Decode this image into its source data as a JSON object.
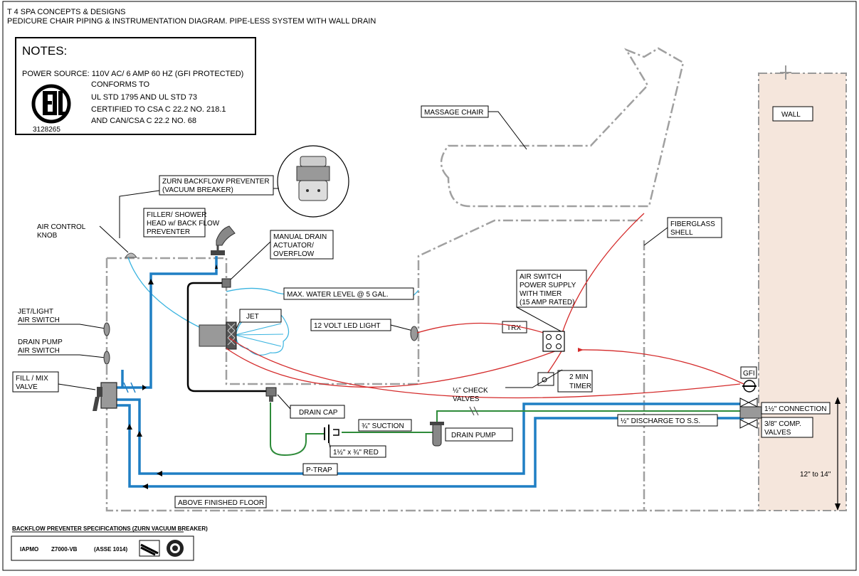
{
  "header": {
    "company": "T 4 SPA CONCEPTS & DESIGNS",
    "subtitle": "PEDICURE CHAIR PIPING & INSTRUMENTATION DIAGRAM. PIPE-LESS SYSTEM WITH WALL DRAIN"
  },
  "notes": {
    "heading": "NOTES:",
    "power": "POWER SOURCE: 110V AC/ 6 AMP 60 HZ (GFI PROTECTED)",
    "l1": "CONFORMS TO",
    "l2": "UL STD 1795 AND UL STD 73",
    "l3": "CERTIFIED TO CSA C 22.2 NO. 218.1",
    "l4": "AND CAN/CSA C 22.2 NO. 68",
    "cert_number": "3128265"
  },
  "labels": {
    "massage_chair": "MASSAGE CHAIR",
    "wall": "WALL",
    "zurn_1": "ZURN BACKFLOW PREVENTER",
    "zurn_2": "(VACUUM BREAKER)",
    "filler_1": "FILLER/ SHOWER",
    "filler_2": "HEAD w/ BACK FLOW",
    "filler_3": "PREVENTER",
    "air_knob_1": "AIR CONTROL",
    "air_knob_2": "KNOB",
    "manual_1": "MANUAL DRAIN",
    "manual_2": "ACTUATOR/",
    "manual_3": "OVERFLOW",
    "fiber_1": "FIBERGLASS",
    "fiber_2": "SHELL",
    "max_water": "MAX. WATER LEVEL @ 5 GAL.",
    "air_switch_1": "AIR SWITCH",
    "air_switch_2": "POWER SUPPLY",
    "air_switch_3": "WITH TIMER",
    "air_switch_4": "(15 AMP RATED)",
    "jet_light_1": "JET/LIGHT",
    "jet_light_2": "AIR SWITCH",
    "jet": "JET",
    "led": "12 VOLT LED LIGHT",
    "trx": "TRX",
    "drain_pump_sw_1": "DRAIN PUMP",
    "drain_pump_sw_2": "AIR SWITCH",
    "fill_mix_1": "FILL / MIX",
    "fill_mix_2": "VALVE",
    "timer": "2 MIN",
    "timer_2": "TIMER",
    "gfi": "GFI",
    "check_1": "½\" CHECK",
    "check_2": "VALVES",
    "drain_cap": "DRAIN CAP",
    "suction": "¾\" SUCTION",
    "drain_pump": "DRAIN PUMP",
    "connection": "1½\" CONNECTION",
    "discharge": "½\" DISCHARGE TO S.S.",
    "comp_1": "3/8\" COMP.",
    "comp_2": "VALVES",
    "reducer": "1½\" x ¾\" RED",
    "ptrap": "P-TRAP",
    "floor": "ABOVE FINISHED FLOOR",
    "height": "12\" to 14\""
  },
  "spec": {
    "title": "BACKFLOW PREVENTER SPECIFICATIONS (ZURN VACUUM BREAKER)",
    "col1": "IAPMO",
    "col2": "Z7000-VB",
    "col3": "(ASSE 1014)"
  },
  "colors": {
    "water_pipe": "#1f7fc4",
    "air_tube": "#3ab4e0",
    "drain_pipe": "#2e8b3a",
    "wire": "#d42a2a",
    "wall_fill": "#f5e6dc",
    "outline_dash": "#999999"
  }
}
